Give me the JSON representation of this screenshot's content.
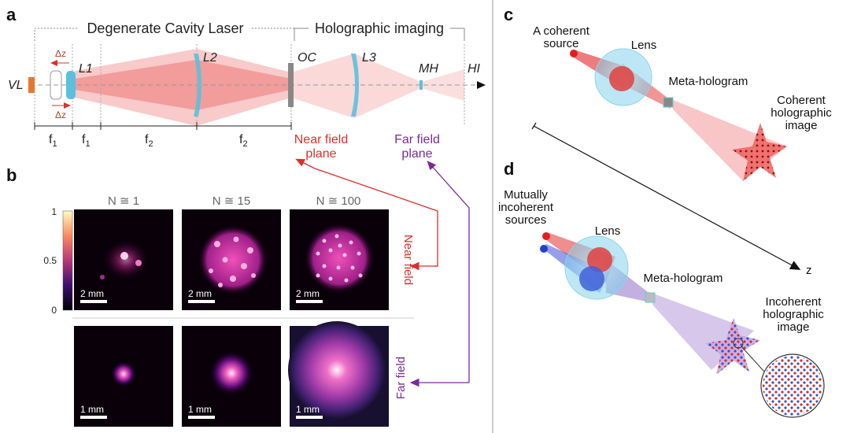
{
  "panels": {
    "a": "a",
    "b": "b",
    "c": "c",
    "d": "d"
  },
  "panel_a": {
    "section_cavity": "Degenerate Cavity Laser",
    "section_holo": "Holographic imaging",
    "elements": {
      "vl": "VL",
      "l1": "L1",
      "l2": "L2",
      "oc": "OC",
      "l3": "L3",
      "mh": "MH",
      "hi": "HI"
    },
    "delta_z": "Δz",
    "focal": {
      "f1a": "f",
      "f1a_sub": "1",
      "f1b": "f",
      "f1b_sub": "1",
      "f2a": "f",
      "f2a_sub": "2",
      "f2b": "f",
      "f2b_sub": "2"
    },
    "near_plane": [
      "Near field",
      "plane"
    ],
    "far_plane": [
      "Far field",
      "plane"
    ]
  },
  "panel_b": {
    "columns": [
      "N ≅ 1",
      "N ≅ 15",
      "N ≅ 100"
    ],
    "colorbar_ticks": [
      "1",
      "0.5",
      "0"
    ],
    "rows": [
      "Near field",
      "Far field"
    ],
    "scale_near": "2 mm",
    "scale_far": "1 mm"
  },
  "panel_c": {
    "source": [
      "A coherent",
      "source"
    ],
    "lens": "Lens",
    "hologram": "Meta-hologram",
    "image": [
      "Coherent",
      "holographic",
      "image"
    ]
  },
  "panel_d": {
    "sources": [
      "Mutually",
      "incoherent",
      "sources"
    ],
    "lens": "Lens",
    "hologram": "Meta-hologram",
    "image": [
      "Incoherent",
      "holographic",
      "image"
    ]
  },
  "axis_label": "z",
  "colors": {
    "red": "#d9302c",
    "purple": "#7b2a96",
    "lens": "#5bc0de",
    "orange": "#e8772e",
    "blue": "#3a5fcd"
  }
}
